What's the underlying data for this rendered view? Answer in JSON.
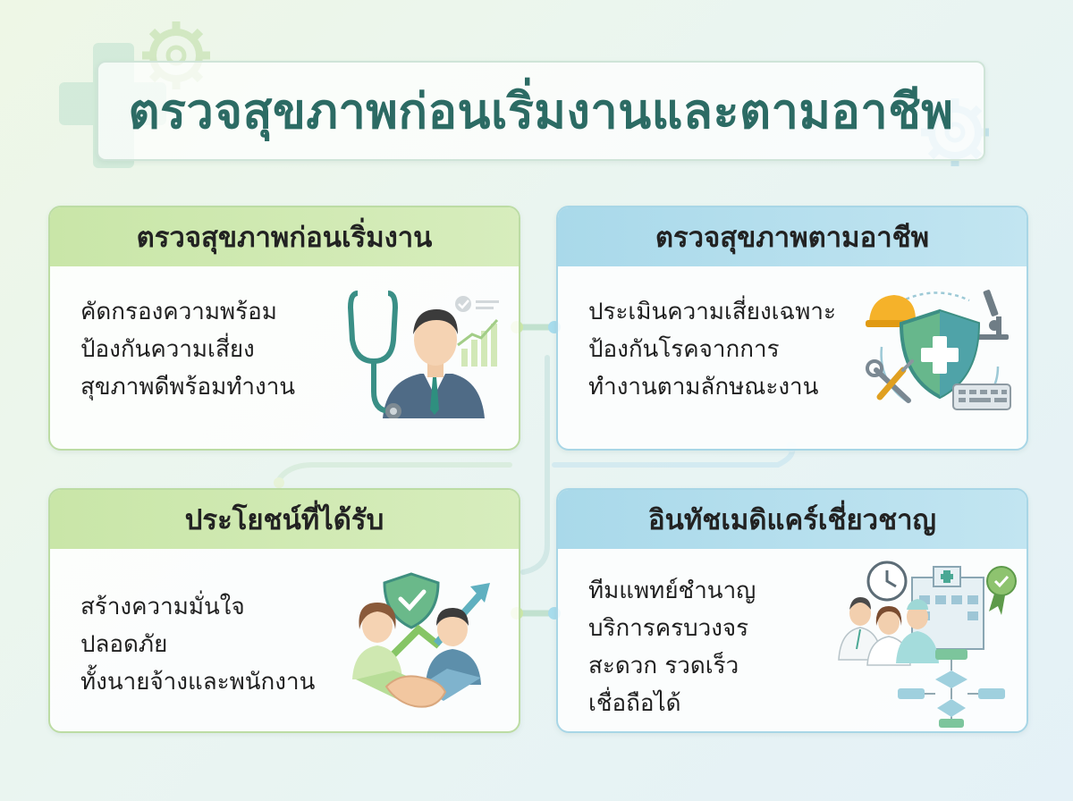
{
  "title": "ตรวจสุขภาพก่อนเริ่มงานและตามอาชีพ",
  "colors": {
    "title_text": "#2c6b64",
    "green_header": "#c9e6a8",
    "blue_header": "#a9d9ea",
    "teal_accent": "#4f9c8e"
  },
  "cards": [
    {
      "header": "ตรวจสุขภาพก่อนเริ่มงาน",
      "lines": [
        "คัดกรองความพร้อม",
        "ป้องกันความเสี่ยง",
        "สุขภาพดีพร้อมทำงาน"
      ],
      "icon": "doctor-stethoscope-icon"
    },
    {
      "header": "ตรวจสุขภาพตามอาชีพ",
      "lines": [
        "ประเมินความเสี่ยงเฉพาะ",
        "ป้องกันโรคจากการ",
        "ทำงานตามลักษณะงาน"
      ],
      "icon": "shield-safety-tools-icon"
    },
    {
      "header": "ประโยชน์ที่ได้รับ",
      "lines": [
        "สร้างความมั่นใจ",
        "ปลอดภัย",
        "ทั้งนายจ้างและพนักงาน"
      ],
      "icon": "handshake-icon"
    },
    {
      "header": "อินทัชเมดิแคร์เชี่ยวชาญ",
      "lines": [
        "ทีมแพทย์ชำนาญ",
        "บริการครบวงจร",
        "สะดวก รวดเร็ว",
        "เชื่อถือได้"
      ],
      "icon": "medical-team-hospital-icon"
    }
  ]
}
